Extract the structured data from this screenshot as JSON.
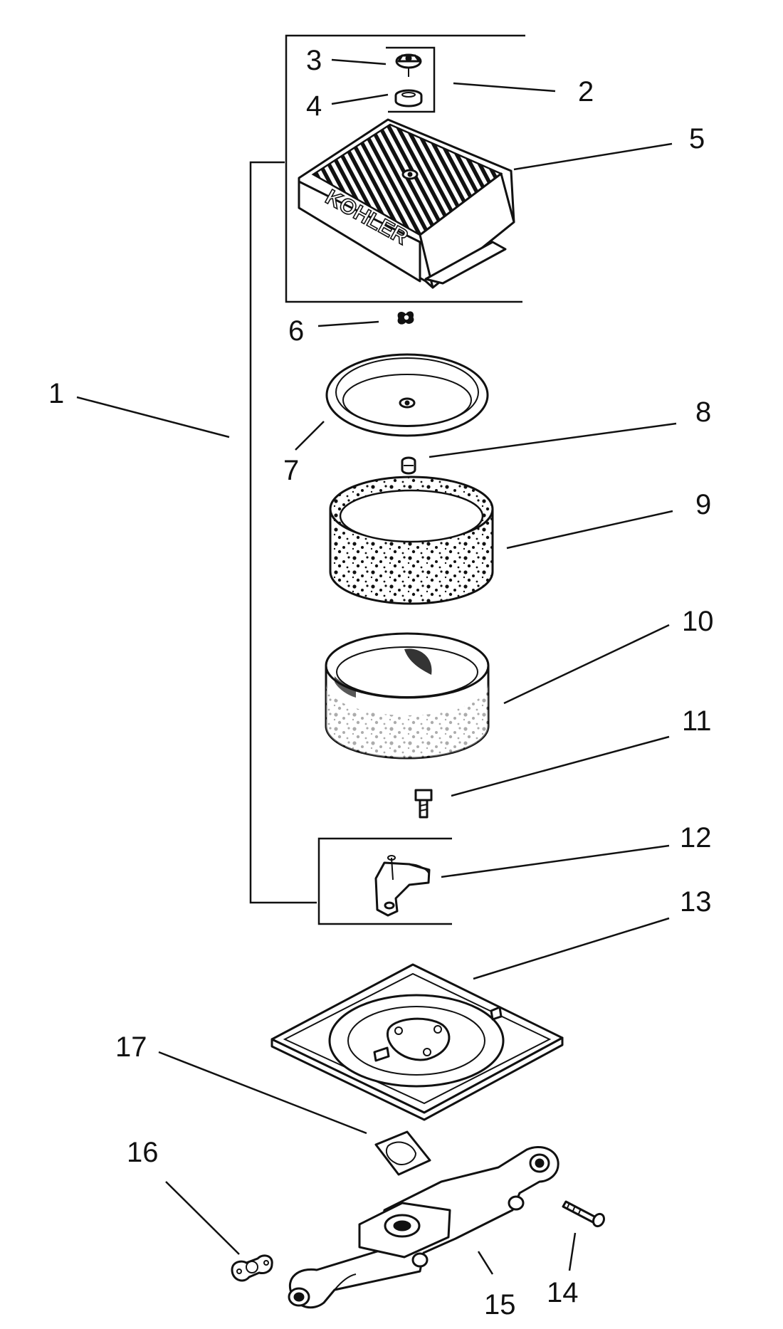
{
  "diagram": {
    "brand_mark": "KOHLER",
    "callouts": [
      {
        "n": "1"
      },
      {
        "n": "2"
      },
      {
        "n": "3"
      },
      {
        "n": "4"
      },
      {
        "n": "5"
      },
      {
        "n": "6"
      },
      {
        "n": "7"
      },
      {
        "n": "8"
      },
      {
        "n": "9"
      },
      {
        "n": "10"
      },
      {
        "n": "11"
      },
      {
        "n": "12"
      },
      {
        "n": "13"
      },
      {
        "n": "14"
      },
      {
        "n": "15"
      },
      {
        "n": "16"
      },
      {
        "n": "17"
      }
    ],
    "colors": {
      "ink": "#111111",
      "paper": "#ffffff"
    }
  }
}
